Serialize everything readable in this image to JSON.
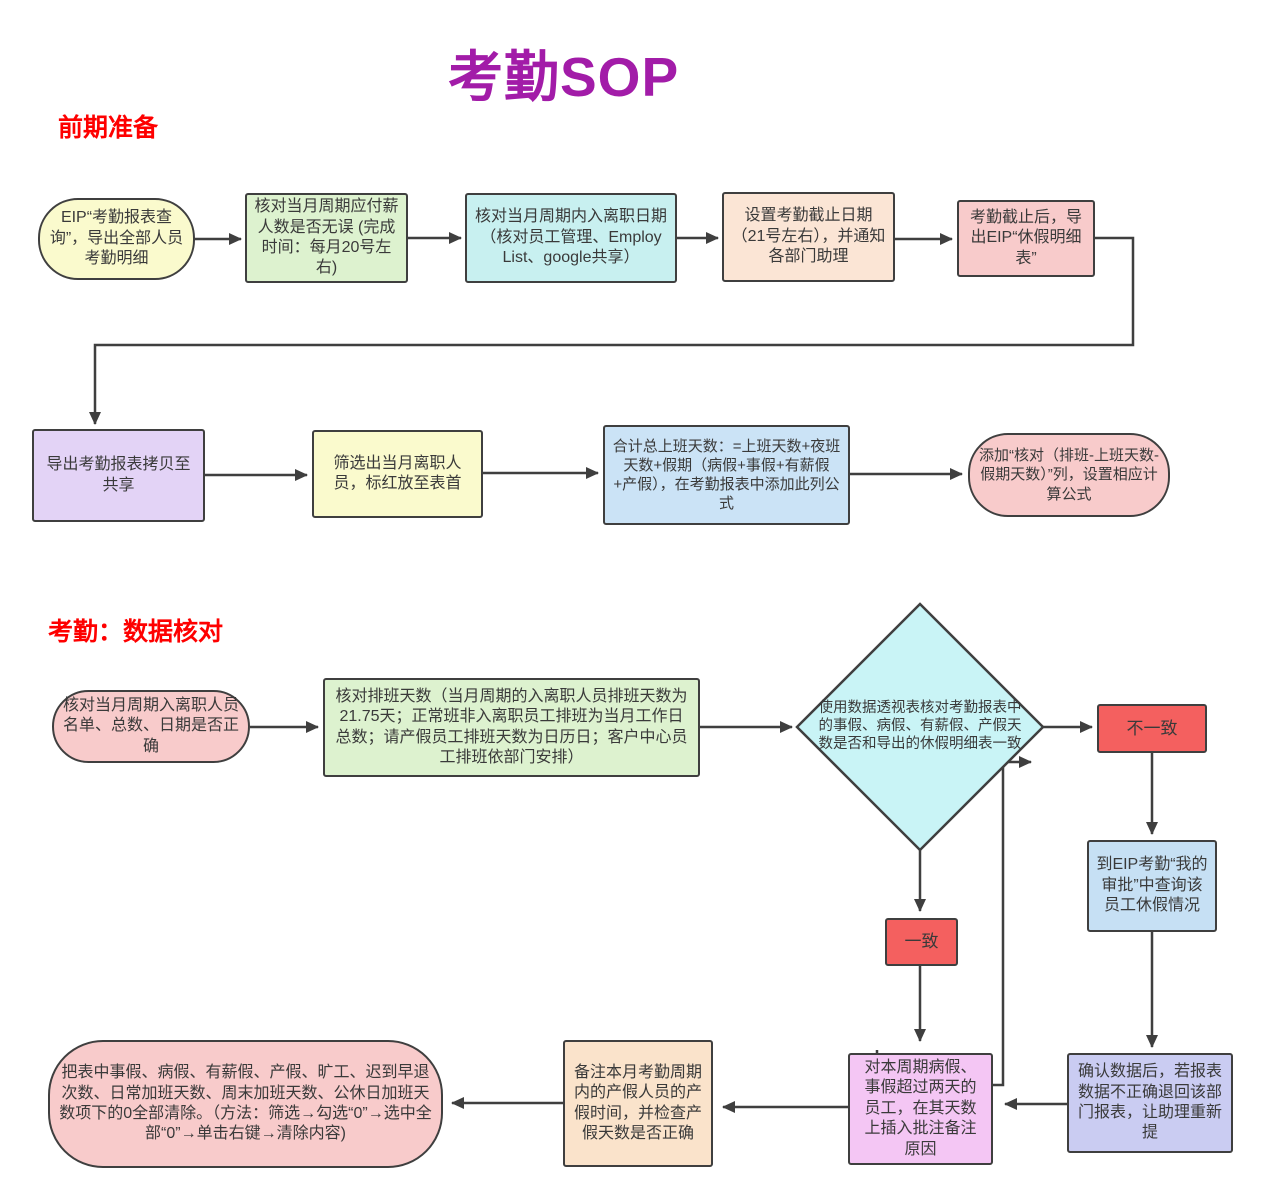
{
  "title": "考勤SOP",
  "headings": {
    "prep": "前期准备",
    "check": "考勤：数据核对"
  },
  "nodes": {
    "eip_query": {
      "label": "EIP“考勤报表查询”，导出全部人员考勤明细"
    },
    "verify_paid_headcount": {
      "label": "核对当月周期应付薪人数是否无误 (完成时间：每月20号左右)"
    },
    "verify_join_leave_dates": {
      "label": "核对当月周期内入离职日期（核对员工管理、Employ List、google共享）"
    },
    "set_cutoff": {
      "label": "设置考勤截止日期（21号左右），并通知各部门助理"
    },
    "export_leave_detail": {
      "label": "考勤截止后，导出EIP“休假明细表”"
    },
    "copy_report": {
      "label": "导出考勤报表拷贝至共享"
    },
    "filter_leavers": {
      "label": "筛选出当月离职人员，标红放至表首"
    },
    "total_workdays_formula": {
      "label": "合计总上班天数：=上班天数+夜班天数+假期（病假+事假+有薪假+产假），在考勤报表中添加此列公式"
    },
    "add_check_column": {
      "label": "添加“核对（排班-上班天数-假期天数）”列，设置相应计算公式"
    },
    "verify_roster_list": {
      "label": "核对当月周期入离职人员名单、总数、日期是否正确"
    },
    "verify_schedule_days": {
      "label": "核对排班天数（当月周期的入离职人员排班天数为21.75天；正常班非入离职员工排班为当月工作日总数；请产假员工排班天数为日历日；客户中心员工排班依部门安排）"
    },
    "pivot_check": {
      "label": "使用数据透视表核对考勤报表中的事假、病假、有薪假、产假天数是否和导出的休假明细表一致"
    },
    "mismatch": {
      "label": "不一致"
    },
    "match": {
      "label": "一致"
    },
    "eip_approval_check": {
      "label": "到EIP考勤“我的审批”中查询该员工休假情况"
    },
    "clear_zeros": {
      "label": "把表中事假、病假、有薪假、产假、旷工、迟到早退次数、日常加班天数、周末加班天数、公休日加班天数项下的0全部清除。（方法：筛选→勾选“0”→选中全部“0”→单击右键→清除内容)"
    },
    "note_maternity": {
      "label": "备注本月考勤周期内的产假人员的产假时间，并检查产假天数是否正确"
    },
    "insert_comments": {
      "label": "对本周期病假、事假超过两天的员工，在其天数上插入批注备注原因"
    },
    "confirm_data": {
      "label": "确认数据后，若报表数据不正确退回该部门报表，让助理重新提"
    }
  },
  "colors": {
    "title": "#A21CA8",
    "heading_red": "#FE0000",
    "border": "#3F3F3F",
    "arrow": "#3F3F3F",
    "yellow": "#FAFACD",
    "green": "#DDF2CF",
    "cyan": "#C8F0F0",
    "peach": "#FBE5D5",
    "pink": "#F8CBCB",
    "lavender": "#E3D3F6",
    "blue": "#CBE3F6",
    "result_red": "#F4605F",
    "light_blue": "#C6E0F4",
    "orange": "#FAE3CB",
    "magenta": "#F4C6F4",
    "periwinkle": "#CACCF2"
  }
}
